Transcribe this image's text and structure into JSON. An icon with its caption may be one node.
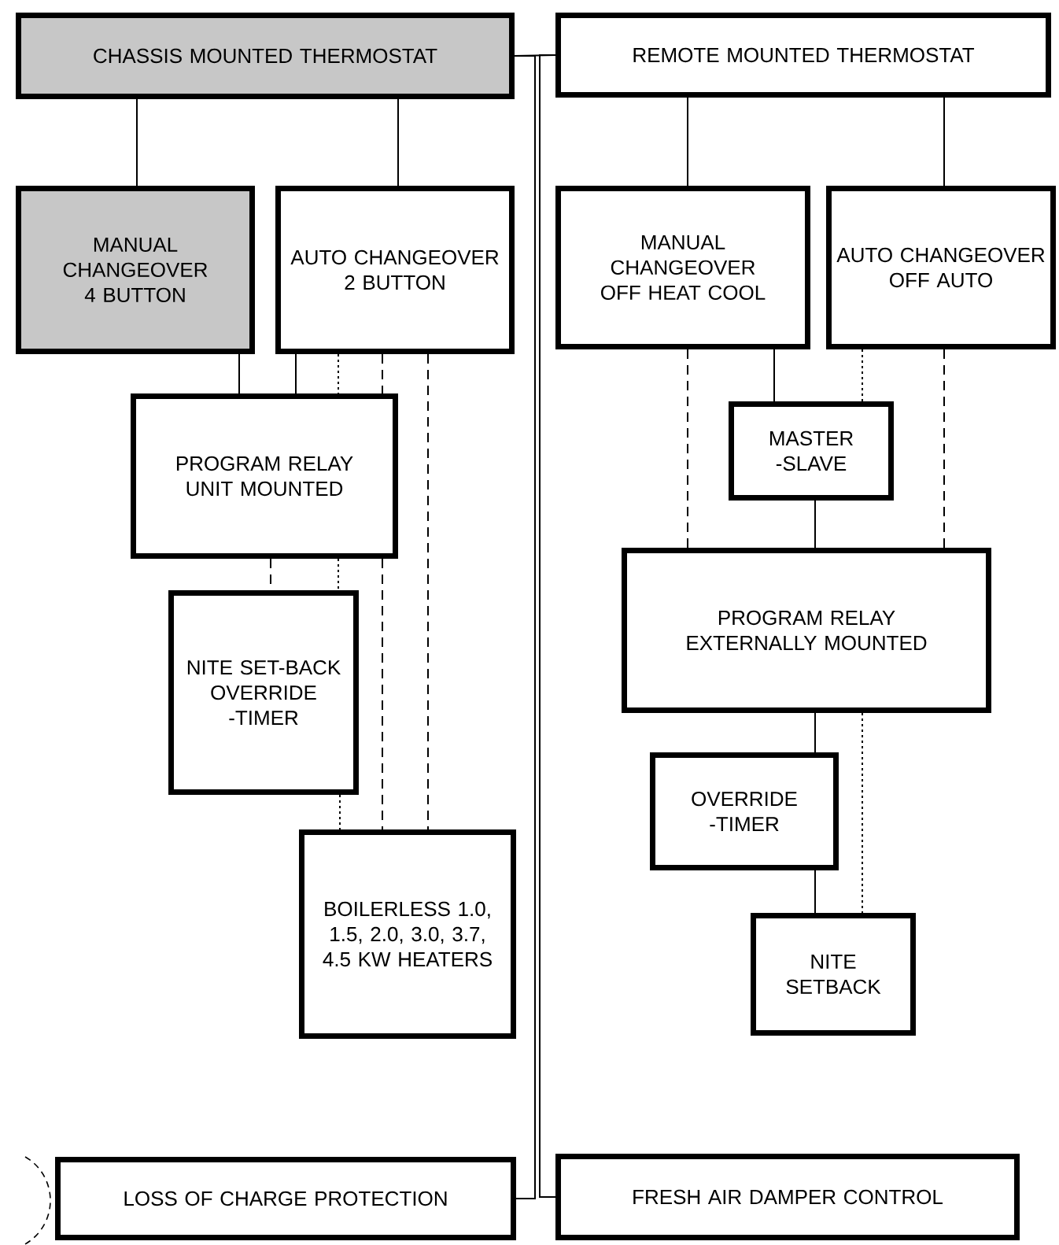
{
  "diagram": {
    "nodes": [
      {
        "text": [
          "CHASSIS MOUNTED THERMOSTAT"
        ]
      },
      {
        "text": [
          "REMOTE MOUNTED THERMOSTAT"
        ]
      },
      {
        "text": [
          "MANUAL CHANGEOVER 4 BUTTON"
        ]
      },
      {
        "text": [
          "AUTO CHANGEOVER 2 BUTTON"
        ]
      },
      {
        "text": [
          "MANUAL CHANGEOVER OFF HEAT COOL"
        ]
      },
      {
        "text": [
          "AUTO CHANGEOVER OFF AUTO"
        ]
      },
      {
        "text": [
          "PROGRAM RELAY UNIT MOUNTED"
        ]
      },
      {
        "text": [
          "NITE SET-BACK OVERRIDE -TIMER"
        ]
      },
      {
        "text": [
          "BOILERLESS 1.0, 1.5, 2.0, 3.0, 3.7, 4.5 KW HEATERS"
        ]
      },
      {
        "text": [
          "MASTER -SLAVE"
        ]
      },
      {
        "text": [
          "PROGRAM RELAY EXTERNALLY MOUNTED"
        ]
      },
      {
        "text": [
          "OVERRIDE -TIMER"
        ]
      },
      {
        "text": [
          "NITE SETBACK"
        ]
      },
      {
        "text": [
          "LOSS OF CHARGE PROTECTION"
        ]
      },
      {
        "text": [
          "FRESH AIR DAMPER CONTROL"
        ]
      }
    ],
    "edges": [
      {
        "from": 0,
        "to": 1,
        "arrow": "none"
      },
      {
        "from": 0,
        "to": 13,
        "arrow": "none"
      },
      {
        "from": 1,
        "to": 14,
        "arrow": "none"
      },
      {
        "from": 0,
        "to": 2,
        "arrow": "none"
      },
      {
        "from": 0,
        "to": 3,
        "arrow": "none"
      },
      {
        "from": 1,
        "to": 4,
        "arrow": "none"
      },
      {
        "from": 1,
        "to": 5,
        "arrow": "none"
      },
      {
        "from": 2,
        "to": 6,
        "arrow": "none"
      },
      {
        "from": 3,
        "to": 6,
        "arrow": "none"
      },
      {
        "from": 3,
        "to": 6,
        "arrow": "none",
        "style": "dashed"
      },
      {
        "from": 3,
        "to": 6,
        "arrow": "none",
        "style": "dashed"
      },
      {
        "from": 3,
        "to": 8,
        "arrow": "none",
        "style": "dashed"
      },
      {
        "from": 6,
        "to": 7,
        "arrow": "none",
        "style": "dashed"
      },
      {
        "from": 6,
        "to": 7,
        "arrow": "none",
        "style": "dashed"
      },
      {
        "from": 7,
        "to": 8,
        "arrow": "none",
        "style": "dashed"
      },
      {
        "from": 6,
        "to": 8,
        "arrow": "none",
        "style": "dashed"
      },
      {
        "from": 4,
        "to": 10,
        "arrow": "none",
        "style": "dashed"
      },
      {
        "from": 4,
        "to": 9,
        "arrow": "none"
      },
      {
        "from": 5,
        "to": 9,
        "arrow": "none",
        "style": "dashed"
      },
      {
        "from": 5,
        "to": 10,
        "arrow": "none",
        "style": "dashed"
      },
      {
        "from": 9,
        "to": 10,
        "arrow": "none"
      },
      {
        "from": 10,
        "to": 11,
        "arrow": "none"
      },
      {
        "from": 10,
        "to": 12,
        "arrow": "none",
        "style": "dashed"
      },
      {
        "from": 11,
        "to": 12,
        "arrow": "none"
      }
    ]
  }
}
